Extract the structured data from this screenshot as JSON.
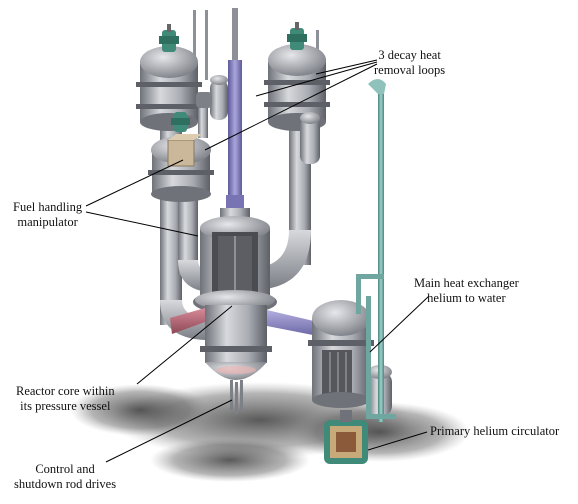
{
  "labels": {
    "decay_heat": [
      "3 decay heat",
      "removal loops"
    ],
    "fuel_handling": [
      "Fuel handling",
      "manipulator"
    ],
    "main_hx": [
      "Main heat exchanger",
      "helium to water"
    ],
    "reactor_core": [
      "Reactor core within",
      "its pressure vessel"
    ],
    "circulator": [
      "Primary helium circulator"
    ],
    "control_rods": [
      "Control and",
      "shutdown rod drives"
    ]
  },
  "colors": {
    "background": "#ffffff",
    "steel": "#a9acb2",
    "steel_dark": "#6f7279",
    "pipe_purple": "#8a86c4",
    "pipe_red": "#b66a78",
    "pipe_teal": "#6fa6a0",
    "valve_green": "#3f8a78",
    "shadow": "#4a4a4a",
    "leader_line": "#000000"
  },
  "icons": [
    "reactor-vessel-icon",
    "heat-exchanger-icon",
    "decay-heat-loop-icon",
    "helium-circulator-icon",
    "valve-actuator-icon"
  ]
}
